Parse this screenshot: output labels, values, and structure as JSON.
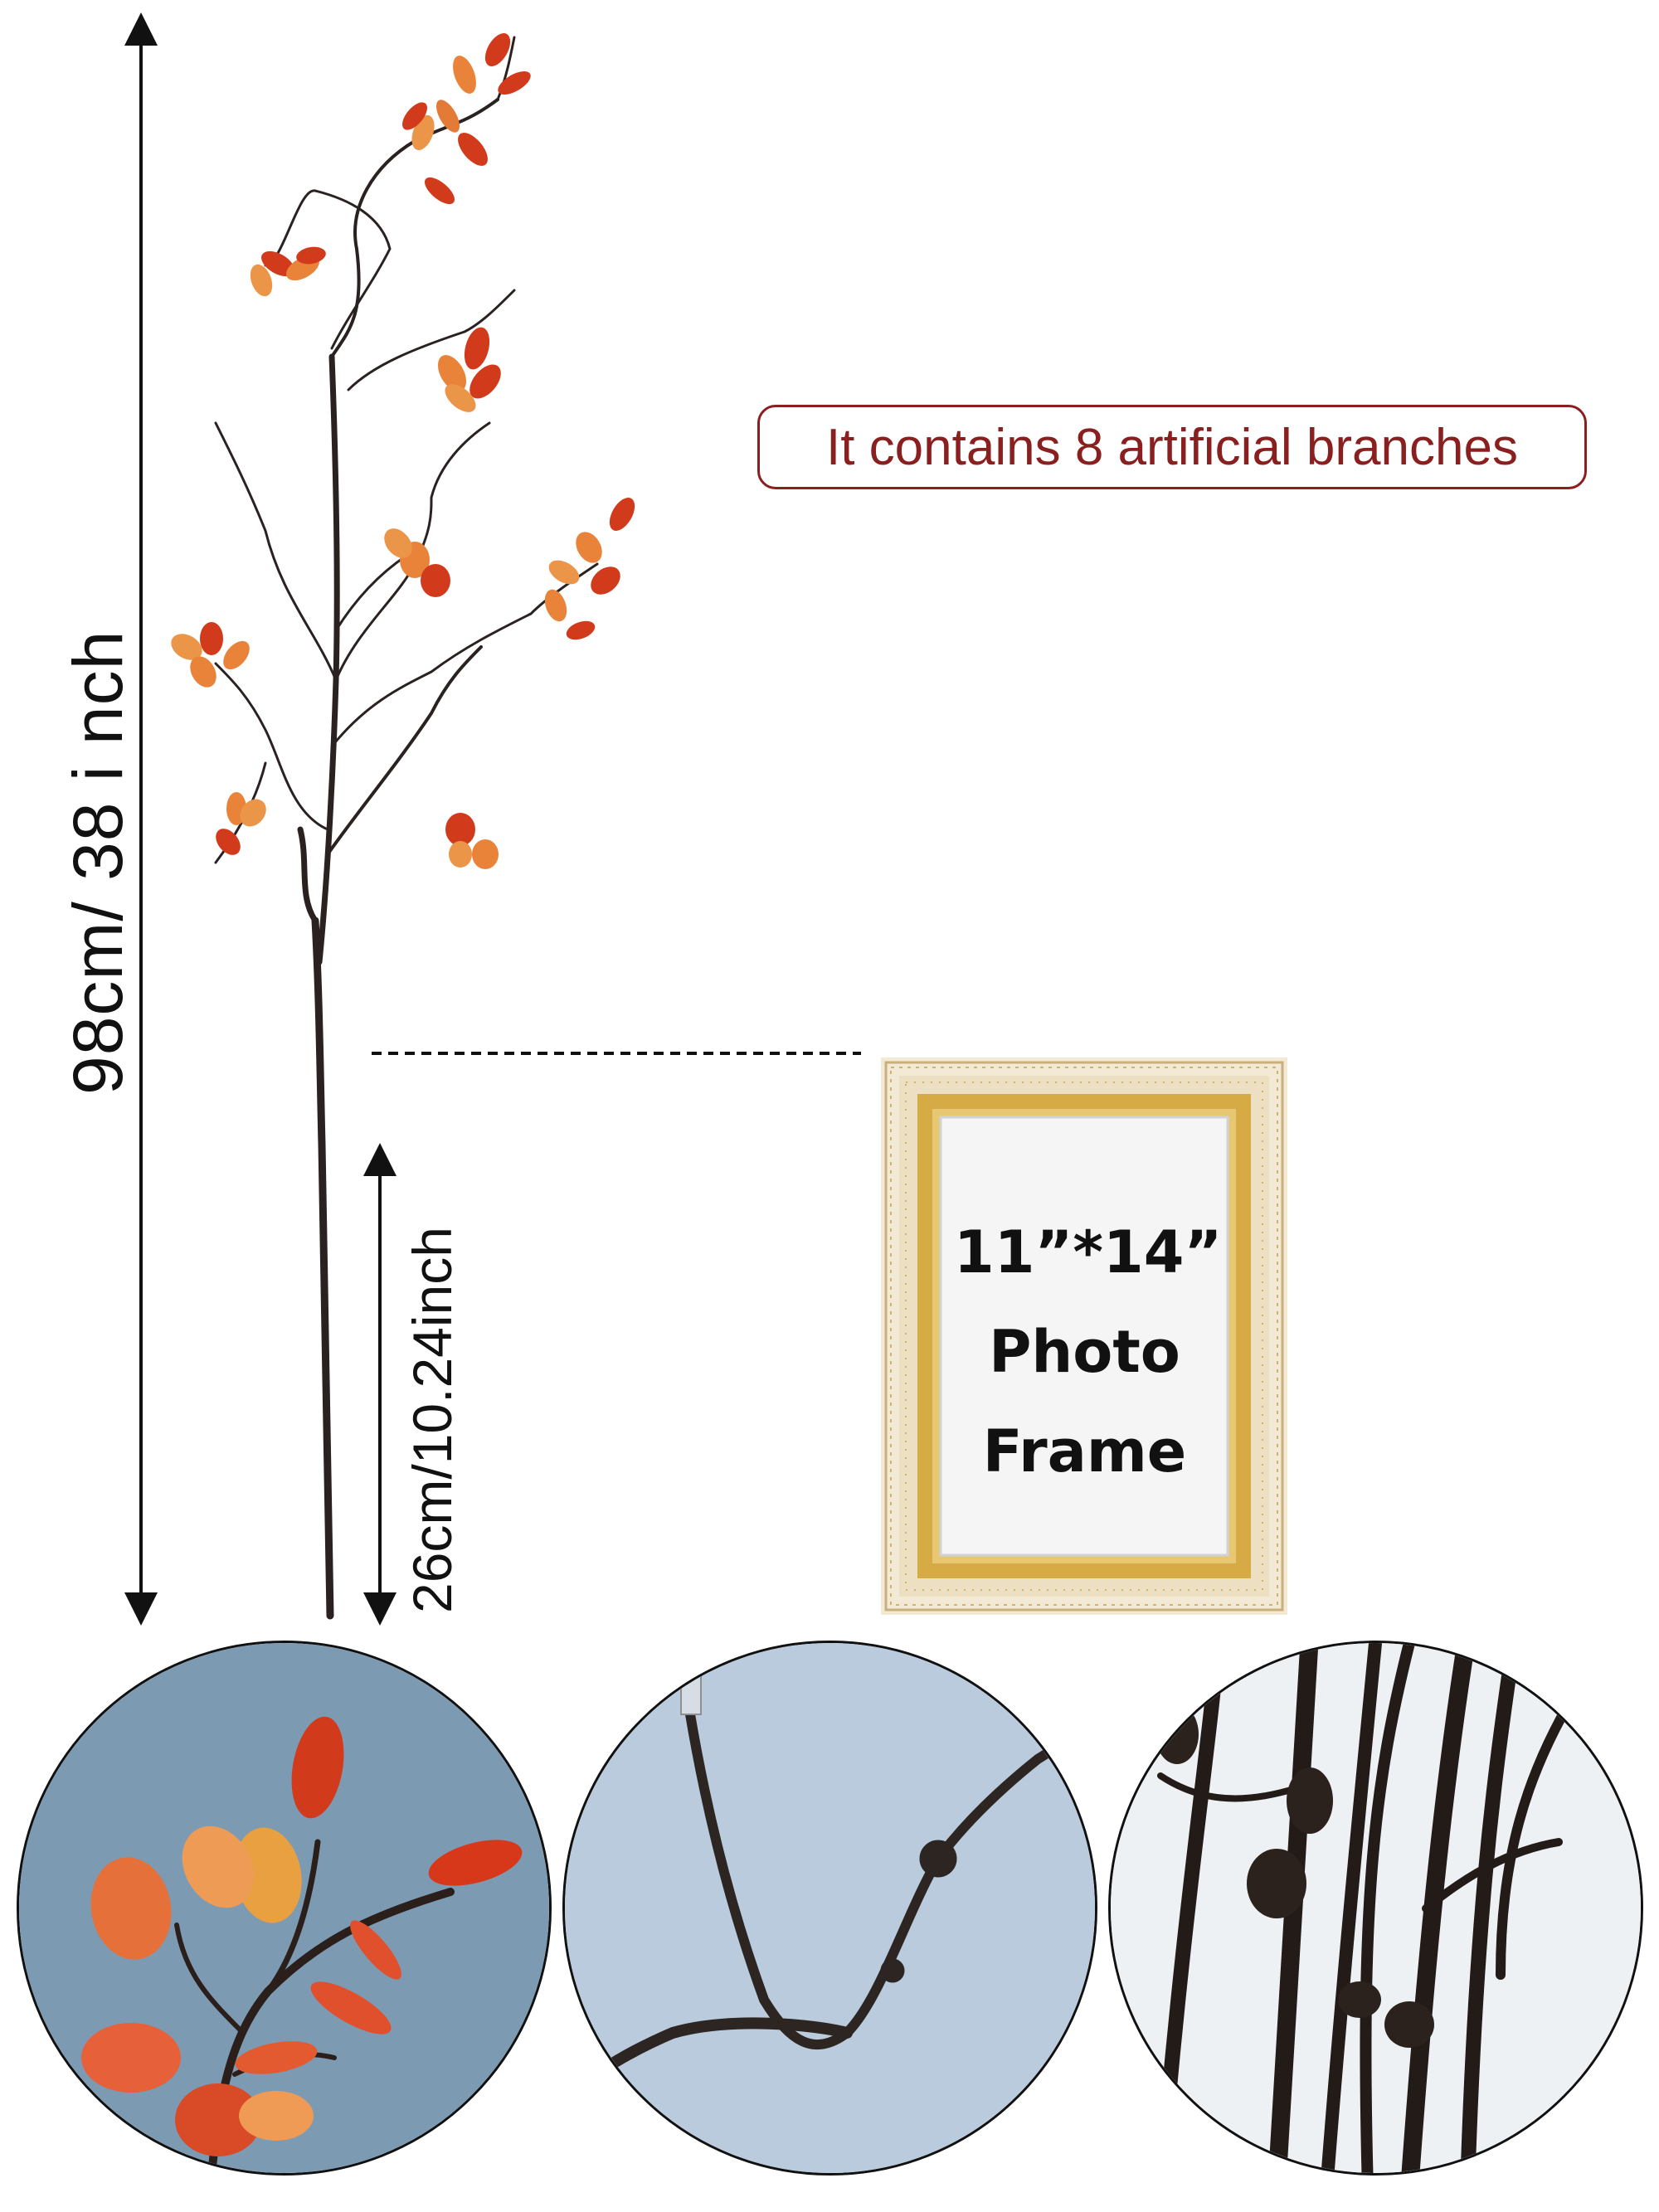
{
  "labels": {
    "total_height": "98cm/ 38 i nch",
    "stem_height": "26cm/10.24inch",
    "callout": "It contains 8 artificial branches"
  },
  "frame": {
    "line1": "11”*14”",
    "line2": "Photo",
    "line3": "Frame"
  },
  "colors": {
    "accent": "#8a1f1f",
    "leaf_red": "#d23a1c",
    "leaf_orange": "#e9833a",
    "branch": "#2a2220",
    "frame_gold": "#d6aa44",
    "circle_bg_blue": "#7d9ab3",
    "circle_bg_light": "#b9cbdc"
  }
}
